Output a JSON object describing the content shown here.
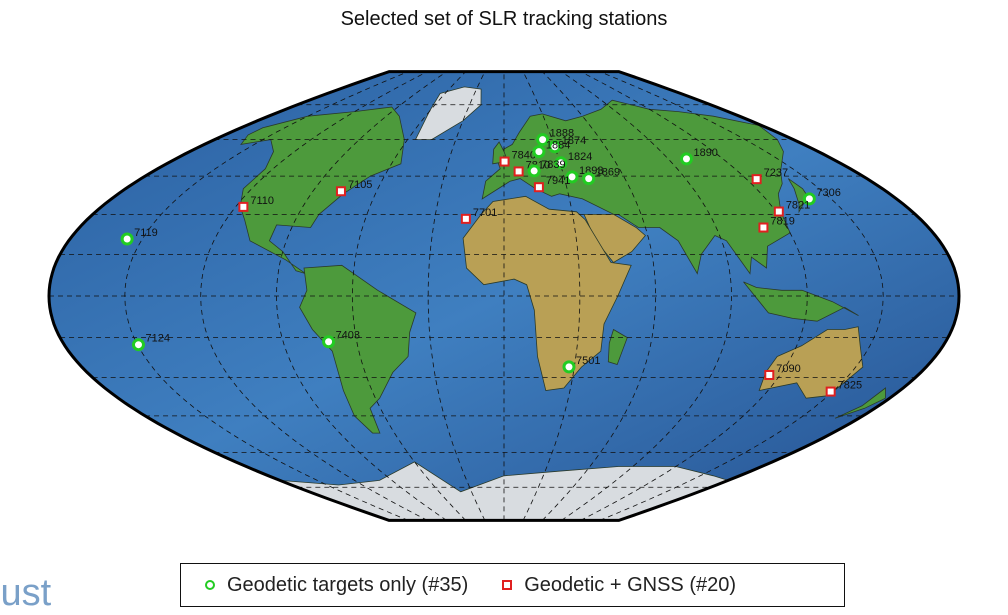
{
  "title": "Selected set of SLR tracking stations",
  "legend": {
    "green_label": "Geodetic targets only (#35)",
    "red_label": "Geodetic + GNSS (#20)"
  },
  "logo_text": "iust",
  "colors": {
    "green_marker": "#22cc22",
    "red_marker": "#e02020",
    "ocean_deep": "#1f4f8c",
    "ocean_shallow": "#5f9fd6",
    "land_low": "#3a9a3a",
    "land_mid": "#c8b060",
    "land_high": "#8a5a2a",
    "ice": "#eef2f5"
  },
  "stations": [
    {
      "label": "7119",
      "type": "green",
      "lon": -156.3,
      "lat": 20.7
    },
    {
      "label": "7124",
      "type": "green",
      "lon": -149.6,
      "lat": -17.6
    },
    {
      "label": "7110",
      "type": "red",
      "lon": -116.5,
      "lat": 32.9
    },
    {
      "label": "7105",
      "type": "red",
      "lon": -76.8,
      "lat": 39.0
    },
    {
      "label": "7403",
      "type": "green",
      "lon": -71.5,
      "lat": -16.5
    },
    {
      "label": "7501",
      "type": "green",
      "lon": 27.7,
      "lat": -25.9
    },
    {
      "label": "7090",
      "type": "red",
      "lon": 115.3,
      "lat": -29.0
    },
    {
      "label": "7825",
      "type": "red",
      "lon": 149.0,
      "lat": -35.4
    },
    {
      "label": "1888",
      "type": "green",
      "lon": 24.0,
      "lat": 60.0
    },
    {
      "label": "1874",
      "type": "green",
      "lon": 30.0,
      "lat": 57.0
    },
    {
      "label": "1824",
      "type": "green",
      "lon": 30.5,
      "lat": 50.4
    },
    {
      "label": "1893",
      "type": "green",
      "lon": 34.0,
      "lat": 44.7
    },
    {
      "label": "1869",
      "type": "green",
      "lon": 42.0,
      "lat": 44.0
    },
    {
      "label": "7701",
      "type": "red",
      "lon": -16.5,
      "lat": 28.3
    },
    {
      "label": "1890",
      "type": "green",
      "lon": 100.0,
      "lat": 52.0
    },
    {
      "label": "7306",
      "type": "green",
      "lon": 140.0,
      "lat": 36.0
    },
    {
      "label": "7821",
      "type": "red",
      "lon": 121.2,
      "lat": 31.1
    },
    {
      "label": "7819",
      "type": "red",
      "lon": 110.0,
      "lat": 25.0
    },
    {
      "label": "7237",
      "type": "red",
      "lon": 125.0,
      "lat": 43.8
    },
    {
      "label": "7840",
      "type": "red",
      "lon": 0.3,
      "lat": 50.9
    },
    {
      "label": "7810",
      "type": "red",
      "lon": 7.5,
      "lat": 46.9
    },
    {
      "label": "7941",
      "type": "red",
      "lon": 16.7,
      "lat": 40.6
    },
    {
      "label": "7839",
      "type": "green",
      "lon": 15.5,
      "lat": 47.1
    },
    {
      "label": "1884",
      "type": "green",
      "lon": 20.0,
      "lat": 55.0
    }
  ]
}
